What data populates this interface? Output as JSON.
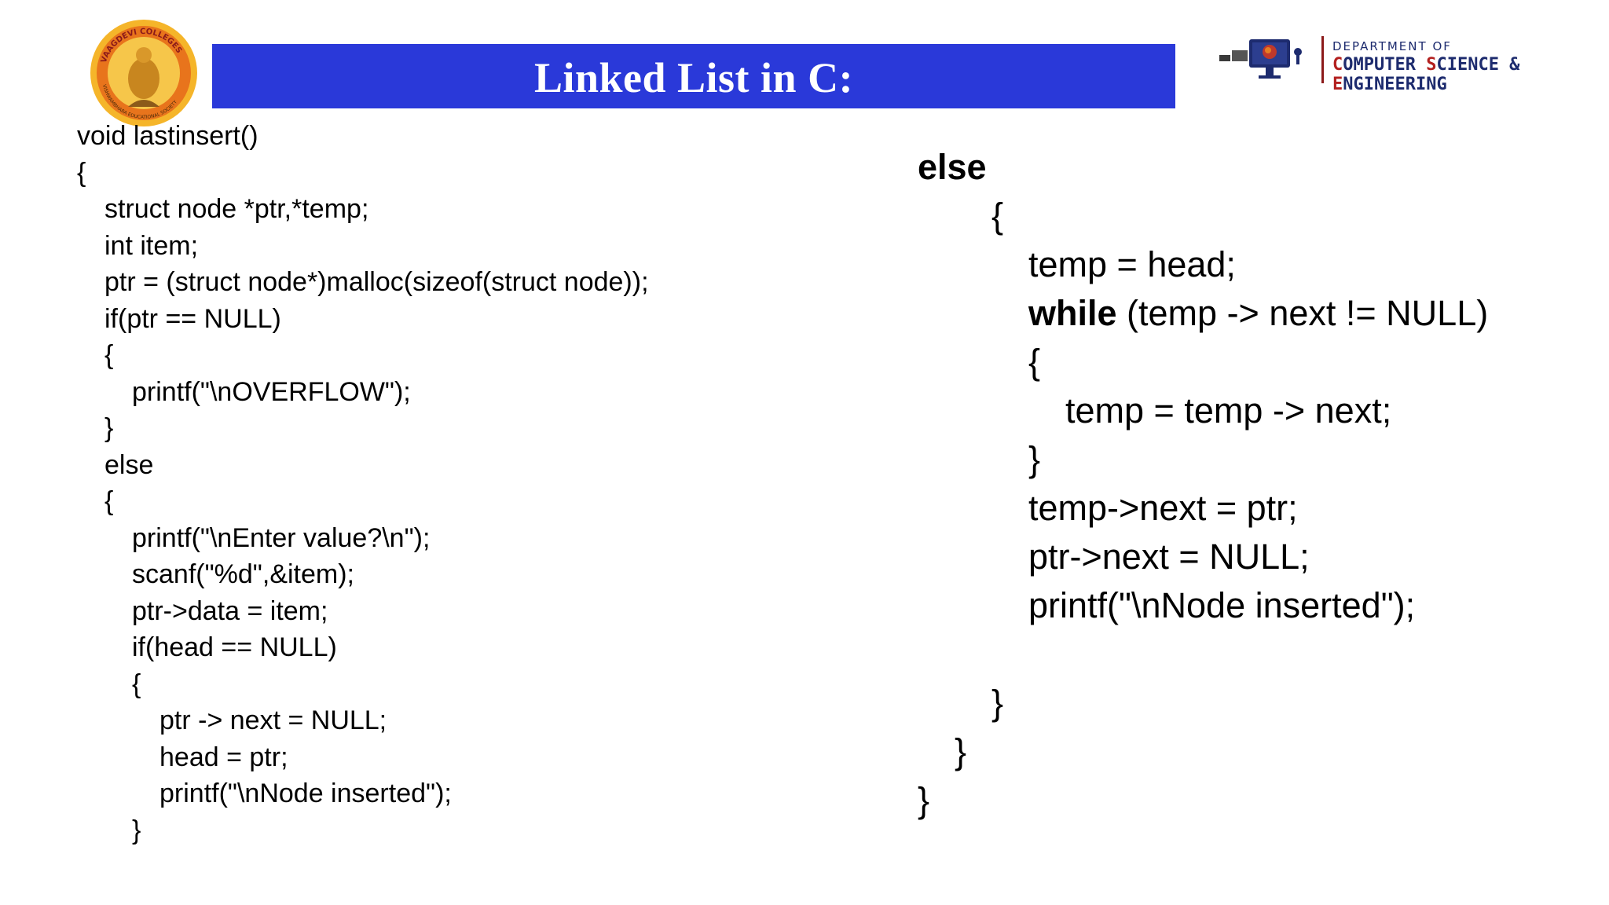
{
  "header": {
    "title": "Linked List in C:",
    "college_logo": {
      "icon": "college-seal-icon",
      "text_top": "VAAGDEVI COLLEGES",
      "text_bottom": "VISHWAMBHARA EDUCATIONAL SOCIETY"
    },
    "department": {
      "line1": "DEPARTMENT OF",
      "line2_parts": [
        "C",
        "OMPUTER ",
        "S",
        "CIENCE & ",
        "E",
        "NGINEERING"
      ]
    },
    "colors": {
      "banner": "#2a39d9",
      "title_text": "#ffffff",
      "dept_text": "#1d2b6e",
      "dept_accent": "#b3201f"
    }
  },
  "code_left": [
    {
      "indent": 0,
      "text": "void lastinsert()"
    },
    {
      "indent": 0,
      "text": "{"
    },
    {
      "indent": 1,
      "text": "struct node *ptr,*temp;"
    },
    {
      "indent": 1,
      "text": "int item;"
    },
    {
      "indent": 1,
      "text": "ptr = (struct node*)malloc(sizeof(struct node));"
    },
    {
      "indent": 1,
      "text": "if(ptr == NULL)"
    },
    {
      "indent": 1,
      "text": "{"
    },
    {
      "indent": 2,
      "text": "printf(\"\\nOVERFLOW\");"
    },
    {
      "indent": 1,
      "text": "}"
    },
    {
      "indent": 1,
      "text": "else"
    },
    {
      "indent": 1,
      "text": "{"
    },
    {
      "indent": 2,
      "text": "printf(\"\\nEnter value?\\n\");"
    },
    {
      "indent": 2,
      "text": "scanf(\"%d\",&item);"
    },
    {
      "indent": 2,
      "text": "ptr->data = item;"
    },
    {
      "indent": 2,
      "text": "if(head == NULL)"
    },
    {
      "indent": 2,
      "text": "{"
    },
    {
      "indent": 3,
      "text": "ptr -> next = NULL;"
    },
    {
      "indent": 3,
      "text": "head = ptr;"
    },
    {
      "indent": 3,
      "text": "printf(\"\\nNode inserted\");"
    },
    {
      "indent": 2,
      "text": "}"
    }
  ],
  "code_right": [
    {
      "indent": 0,
      "text": "else",
      "bold": true
    },
    {
      "indent": 2,
      "text": "{"
    },
    {
      "indent": 3,
      "text": "temp = head;"
    },
    {
      "indent": 3,
      "keyword": "while",
      "text": " (temp -> next != NULL)"
    },
    {
      "indent": 3,
      "text": "{"
    },
    {
      "indent": 4,
      "text": "temp = temp -> next;"
    },
    {
      "indent": 3,
      "text": "}"
    },
    {
      "indent": 3,
      "text": "temp->next = ptr;"
    },
    {
      "indent": 3,
      "text": "ptr->next = NULL;"
    },
    {
      "indent": 3,
      "text": "printf(\"\\nNode inserted\");"
    },
    {
      "indent": 0,
      "text": ""
    },
    {
      "indent": 2,
      "text": "}"
    },
    {
      "indent": 1,
      "text": "}"
    },
    {
      "indent": 0,
      "text": "}"
    }
  ]
}
